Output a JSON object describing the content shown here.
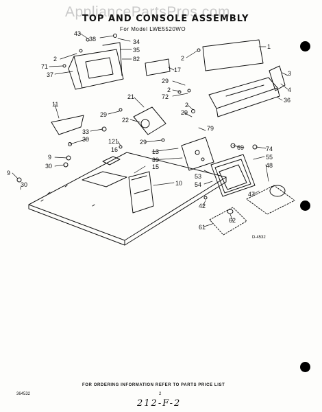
{
  "watermark": "AppliancePartsPros.com",
  "title": "TOP AND CONSOLE ASSEMBLY",
  "subtitle": "For Model LWE5520WO",
  "diagram_code": "D-4532",
  "footer_note": "FOR ORDERING INFORMATION REFER TO PARTS PRICE LIST",
  "page_number": "2",
  "doc_code": "364532",
  "handwritten_note": "212-F-2",
  "callouts": [
    {
      "label": "43"
    },
    {
      "label": "38"
    },
    {
      "label": "34"
    },
    {
      "label": "35"
    },
    {
      "label": "82"
    },
    {
      "label": "2"
    },
    {
      "label": "17"
    },
    {
      "label": "71"
    },
    {
      "label": "37"
    },
    {
      "label": "2"
    },
    {
      "label": "1"
    },
    {
      "label": "3"
    },
    {
      "label": "4"
    },
    {
      "label": "29"
    },
    {
      "label": "2"
    },
    {
      "label": "72"
    },
    {
      "label": "36"
    },
    {
      "label": "21"
    },
    {
      "label": "29"
    },
    {
      "label": "2"
    },
    {
      "label": "29"
    },
    {
      "label": "22"
    },
    {
      "label": "79"
    },
    {
      "label": "11"
    },
    {
      "label": "33"
    },
    {
      "label": "30"
    },
    {
      "label": "121"
    },
    {
      "label": "16"
    },
    {
      "label": "29"
    },
    {
      "label": "69"
    },
    {
      "label": "74"
    },
    {
      "label": "55"
    },
    {
      "label": "9"
    },
    {
      "label": "13"
    },
    {
      "label": "39"
    },
    {
      "label": "48"
    },
    {
      "label": "30"
    },
    {
      "label": "15"
    },
    {
      "label": "53"
    },
    {
      "label": "54"
    },
    {
      "label": "9"
    },
    {
      "label": "10"
    },
    {
      "label": "30"
    },
    {
      "label": "47"
    },
    {
      "label": "42"
    },
    {
      "label": "62"
    },
    {
      "label": "61"
    }
  ],
  "colors": {
    "ink": "#111111",
    "paper": "#fdfdfb",
    "watermark": "#c9c9c9",
    "hole": "#000000"
  }
}
